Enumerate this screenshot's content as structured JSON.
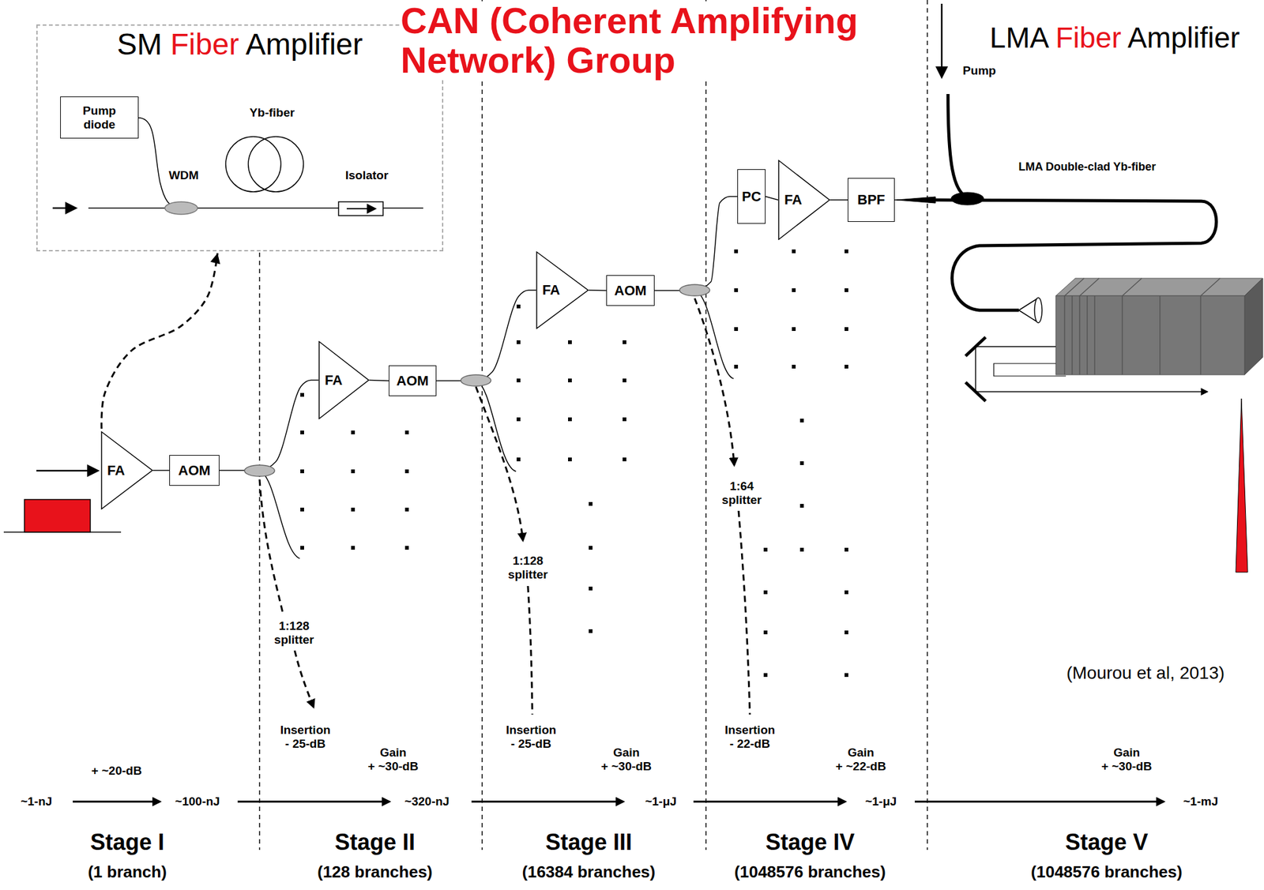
{
  "diagram": {
    "title": "CAN (Coherent Amplifying Network) Group",
    "caption": "(Mourou et al, 2013)",
    "nodes": [
      {
        "text": [
          "SM Fiber Amplifier"
        ]
      },
      {
        "text": [
          "Pump diode"
        ],
        "in": 0
      },
      {
        "text": [
          "FA"
        ]
      },
      {
        "text": [
          "AOM"
        ]
      },
      {
        "text": [
          "FA"
        ]
      },
      {
        "text": [
          "AOM"
        ]
      },
      {
        "text": [
          "FA"
        ]
      },
      {
        "text": [
          "AOM"
        ]
      },
      {
        "text": [
          "PC"
        ]
      },
      {
        "text": [
          "FA"
        ]
      },
      {
        "text": [
          "BPF"
        ]
      }
    ],
    "edges": [
      {
        "from": 2,
        "to": 0,
        "arrow": "to"
      },
      {
        "from": 2,
        "to": 3,
        "arrow": "none"
      },
      {
        "from": 3,
        "to": 4,
        "arrow": "none"
      },
      {
        "from": 4,
        "to": 5,
        "arrow": "none"
      },
      {
        "from": 5,
        "to": 6,
        "arrow": "none"
      },
      {
        "from": 6,
        "to": 7,
        "arrow": "none"
      },
      {
        "from": 7,
        "to": 8,
        "arrow": "none"
      },
      {
        "from": 8,
        "to": 9,
        "arrow": "none"
      },
      {
        "from": 9,
        "to": 10,
        "arrow": "none"
      }
    ],
    "labels": [
      "Yb-fiber",
      "WDM",
      "Isolator",
      "LMA Fiber Amplifier",
      "Pump",
      "LMA Double-clad Yb-fiber",
      "1:128 splitter",
      "1:128 splitter",
      "1:64 splitter",
      "Insertion - 25-dB",
      "Insertion - 25-dB",
      "Insertion - 22-dB",
      "+ ~20-dB",
      "Gain + ~30-dB",
      "Gain + ~30-dB",
      "Gain + ~22-dB",
      "Gain + ~30-dB",
      "~1-nJ",
      "~100-nJ",
      "~320-nJ",
      "~1-μJ",
      "~1-μJ",
      "~1-mJ",
      "Stage I",
      "(1 branch)",
      "Stage II",
      "(128 branches)",
      "Stage III",
      "(16384 branches)",
      "Stage IV",
      "(1048576 branches)",
      "Stage V",
      "(1048576 branches)"
    ]
  }
}
